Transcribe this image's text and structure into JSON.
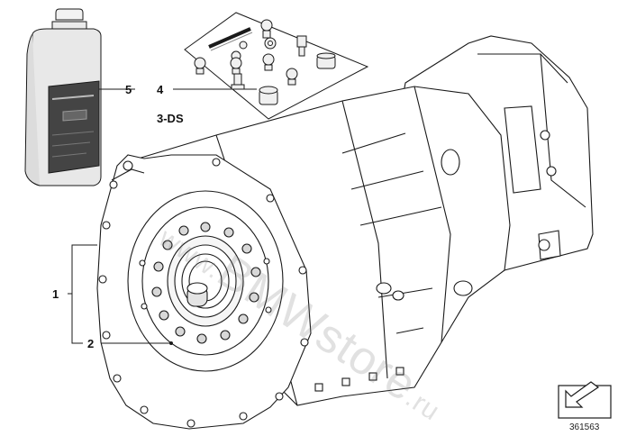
{
  "callouts": {
    "oil_bottle": "5",
    "seal_kit": "4",
    "kit_variant": "3-DS",
    "assembly": "1",
    "torque_converter": "2"
  },
  "diagram_number": "361563",
  "watermark": {
    "prefix": "www.",
    "main": "BMWstore",
    "suffix": ".ru"
  },
  "icons": {
    "direction": "arrow-icon"
  },
  "colors": {
    "line": "#1a1a1a",
    "bottle_body": "#e8e8e8",
    "bottle_label": "#444444",
    "watermark": "#9a9a9a"
  }
}
